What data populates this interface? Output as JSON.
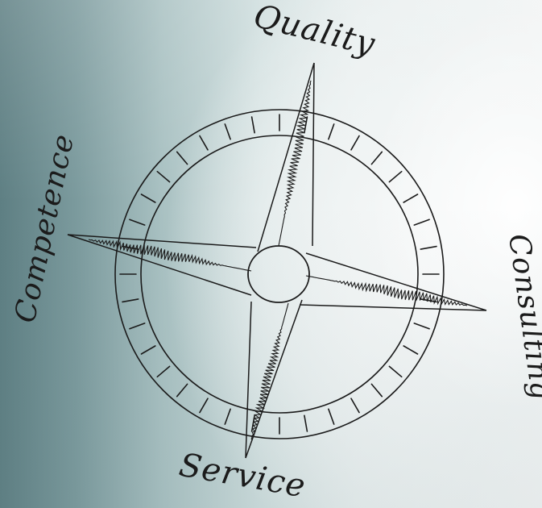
{
  "compass": {
    "labels": {
      "north": "Quality",
      "east": "Consulting",
      "south": "Service",
      "west": "Competence"
    }
  },
  "colors": {
    "ink": "#1b1b1b",
    "background_left": "#5e7f83",
    "background_right": "#f2f4f4"
  }
}
